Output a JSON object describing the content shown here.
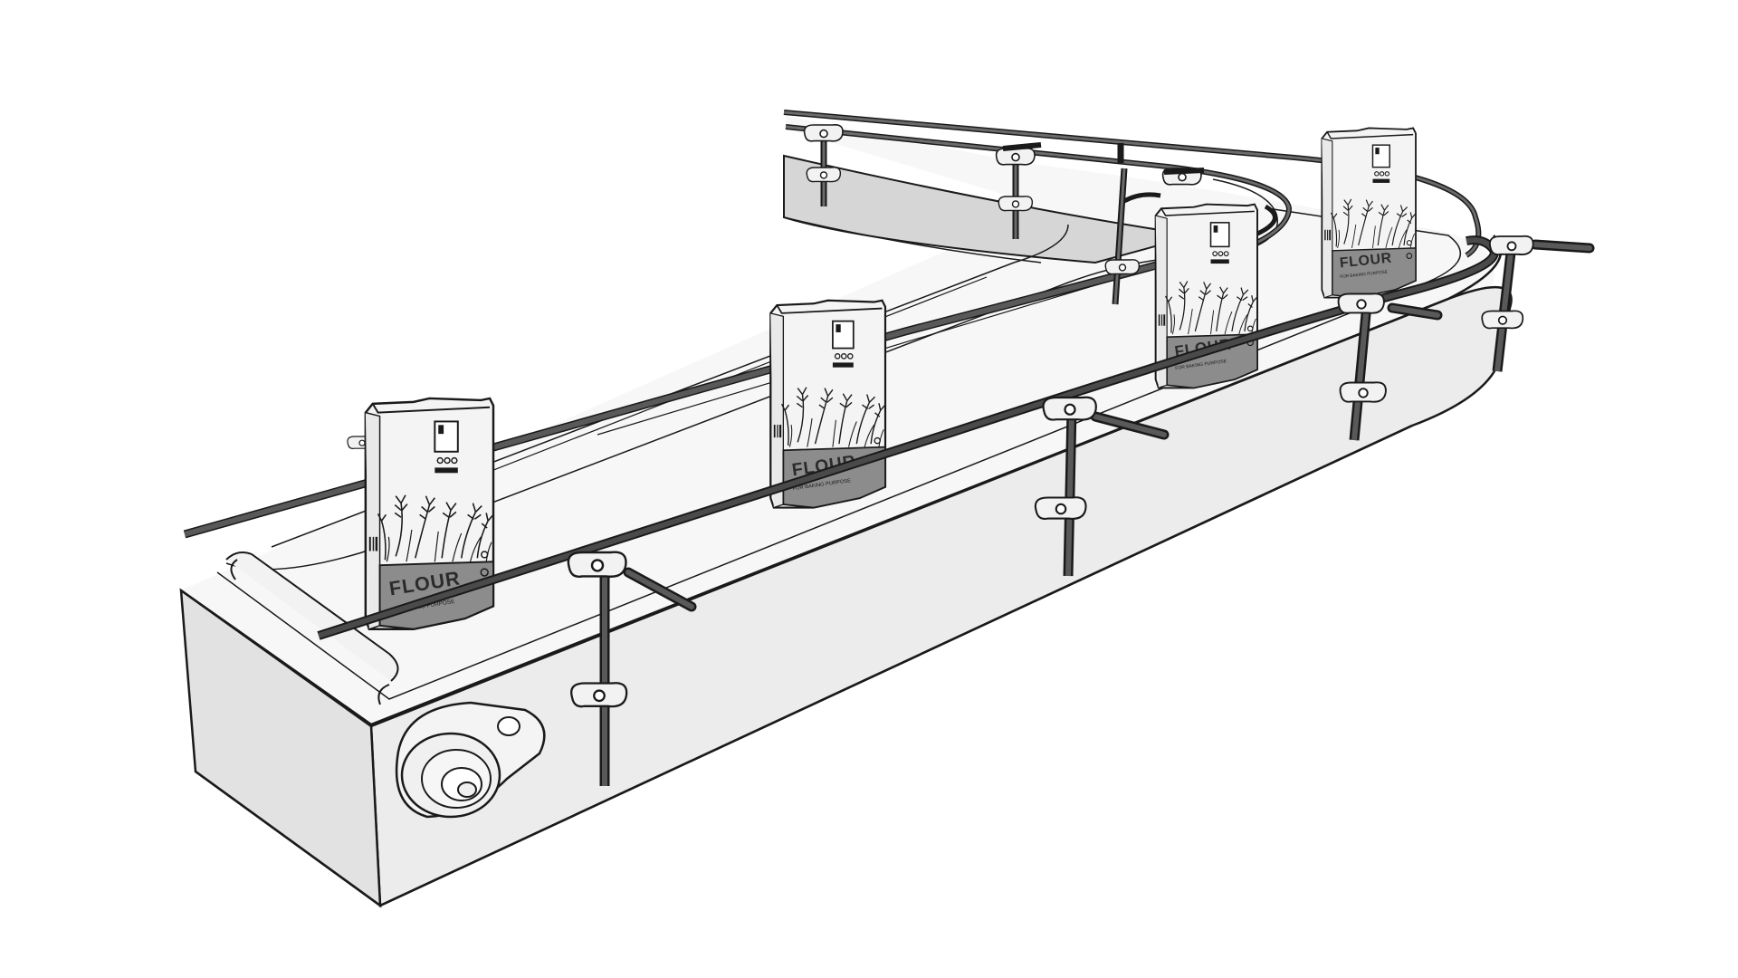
{
  "scene": {
    "subject": "Curved belt conveyor carrying flour bags with side guide rails",
    "colors": {
      "background": "#ffffff",
      "frame": "#e8e8e8",
      "frame_shadow": "#d9d9d9",
      "belt": "#f6f6f6",
      "rail": "#4d4d4d",
      "bag": "#f4f4f4",
      "bag_band": "#8c8c8c",
      "outline": "#1a1a1a"
    }
  },
  "bags": [
    {
      "title": "FLOUR",
      "subtitle": "FOR BAKING PURPOSE"
    },
    {
      "title": "FLOUR",
      "subtitle": "FOR BAKING PURPOSE"
    },
    {
      "title": "FLOUR",
      "subtitle": "FOR BAKING PURPOSE"
    },
    {
      "title": "FLOUR",
      "subtitle": "FOR BAKING PURPOSE"
    }
  ]
}
